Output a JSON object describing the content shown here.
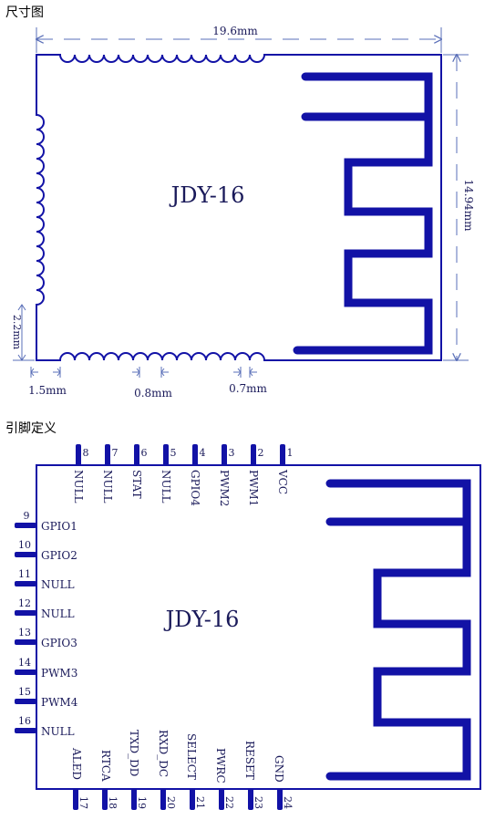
{
  "headings": {
    "dimensions": "尺寸图",
    "pin_definition": "引脚定义"
  },
  "module": {
    "name": "JDY-16"
  },
  "dimensions": {
    "width": "19.6mm",
    "height": "14.94mm",
    "left_gap": "2.2mm",
    "edge_offset": "1.5mm",
    "pad_pitch": "0.8mm",
    "pad_width": "0.7mm"
  },
  "pins": [
    {
      "num": "1",
      "name": "VCC"
    },
    {
      "num": "2",
      "name": "PWM1"
    },
    {
      "num": "3",
      "name": "PWM2"
    },
    {
      "num": "4",
      "name": "GPIO4"
    },
    {
      "num": "5",
      "name": "NULL"
    },
    {
      "num": "6",
      "name": "STAT"
    },
    {
      "num": "7",
      "name": "NULL"
    },
    {
      "num": "8",
      "name": "NULL"
    },
    {
      "num": "9",
      "name": "GPIO1"
    },
    {
      "num": "10",
      "name": "GPIO2"
    },
    {
      "num": "11",
      "name": "NULL"
    },
    {
      "num": "12",
      "name": "NULL"
    },
    {
      "num": "13",
      "name": "GPIO3"
    },
    {
      "num": "14",
      "name": "PWM3"
    },
    {
      "num": "15",
      "name": "PWM4"
    },
    {
      "num": "16",
      "name": "NULL"
    },
    {
      "num": "17",
      "name": "ALED"
    },
    {
      "num": "18",
      "name": "RTCA"
    },
    {
      "num": "19",
      "name": "TXD_DD"
    },
    {
      "num": "20",
      "name": "RXD_DC"
    },
    {
      "num": "21",
      "name": "SELECT"
    },
    {
      "num": "22",
      "name": "PWRC"
    },
    {
      "num": "23",
      "name": "RESET"
    },
    {
      "num": "24",
      "name": "GND"
    }
  ]
}
